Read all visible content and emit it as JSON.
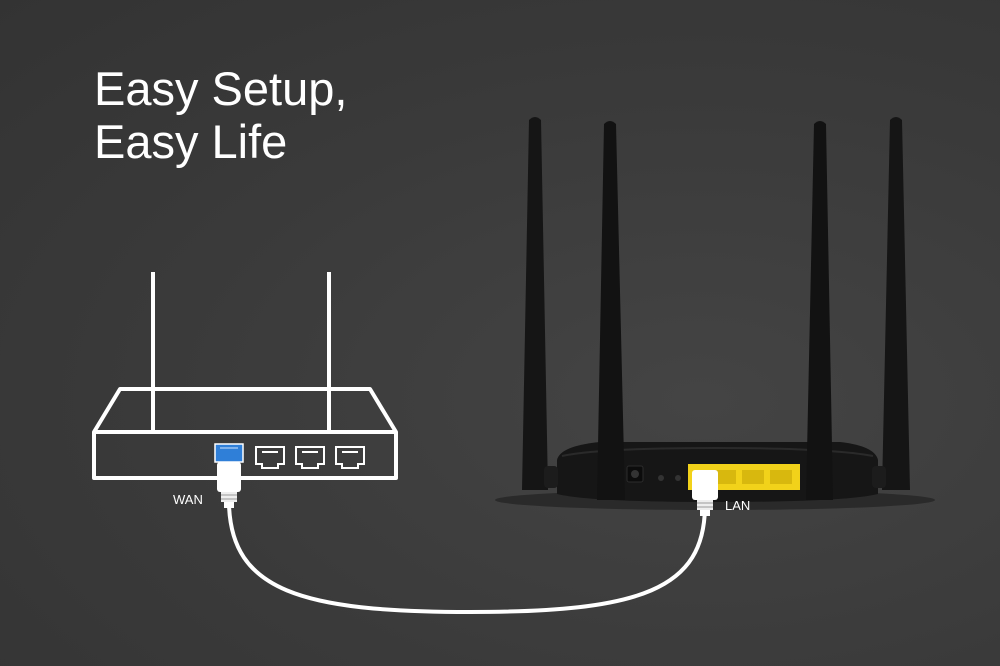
{
  "headline": {
    "line1": "Easy Setup,",
    "line2": "Easy Life"
  },
  "labels": {
    "wan": "WAN",
    "lan": "LAN"
  },
  "colors": {
    "background": "#3b3b3b",
    "outline": "#ffffff",
    "wan_port": "#2f7fd8",
    "lan_ports": "#f2d21a",
    "router_body": "#161616"
  }
}
